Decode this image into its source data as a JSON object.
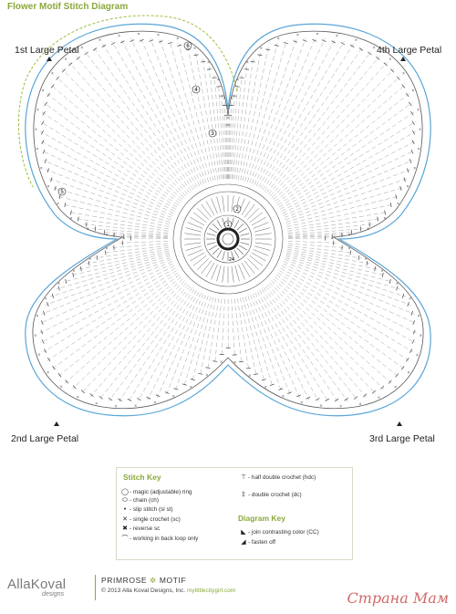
{
  "title": "Flower Motif Stitch Diagram",
  "petal_labels": {
    "p1": "1st Large Petal",
    "p2": "2nd Large Petal",
    "p3": "3rd Large Petal",
    "p4": "4th Large Petal"
  },
  "colors": {
    "accent_green": "#8aa83a",
    "contrast_blue": "#5aa6d8",
    "stitch_gray": "#555555"
  },
  "icons": [
    "magic-ring-icon",
    "chain-icon",
    "slip-stitch-icon",
    "single-crochet-icon",
    "reverse-sc-icon",
    "back-loop-icon",
    "hdc-icon",
    "dc-icon",
    "join-cc-icon",
    "fasten-off-icon"
  ],
  "stitch_key": {
    "heading": "Stitch Key",
    "magic_ring": "- magic (adjustable) ring",
    "chain": "- chain (ch)",
    "slip_stitch": "- slip stitch (sl st)",
    "single_crochet": "- single crochet (sc)",
    "reverse_sc": "- reverse sc",
    "back_loop": "- working in back loop only",
    "hdc": "- half double crochet (hdc)",
    "dc": "- double crochet (dc)"
  },
  "diagram_key": {
    "heading": "Diagram Key",
    "join_cc": "- join contrasting color (CC)",
    "fasten_off": "- fasten off"
  },
  "round_numbers": [
    "1",
    "2",
    "3",
    "4",
    "5",
    "6"
  ],
  "center_count": "24",
  "footer": {
    "brand": "AllaKoval",
    "brand_sub": "designs",
    "motif_name_1": "PRIMROSE",
    "motif_star": "✲",
    "motif_name_2": "MOTIF",
    "copyright": "© 2013 Alla Koval Designs, Inc.",
    "url": "myli­ttlecitygirl.com"
  },
  "watermark": "Страна Мам"
}
